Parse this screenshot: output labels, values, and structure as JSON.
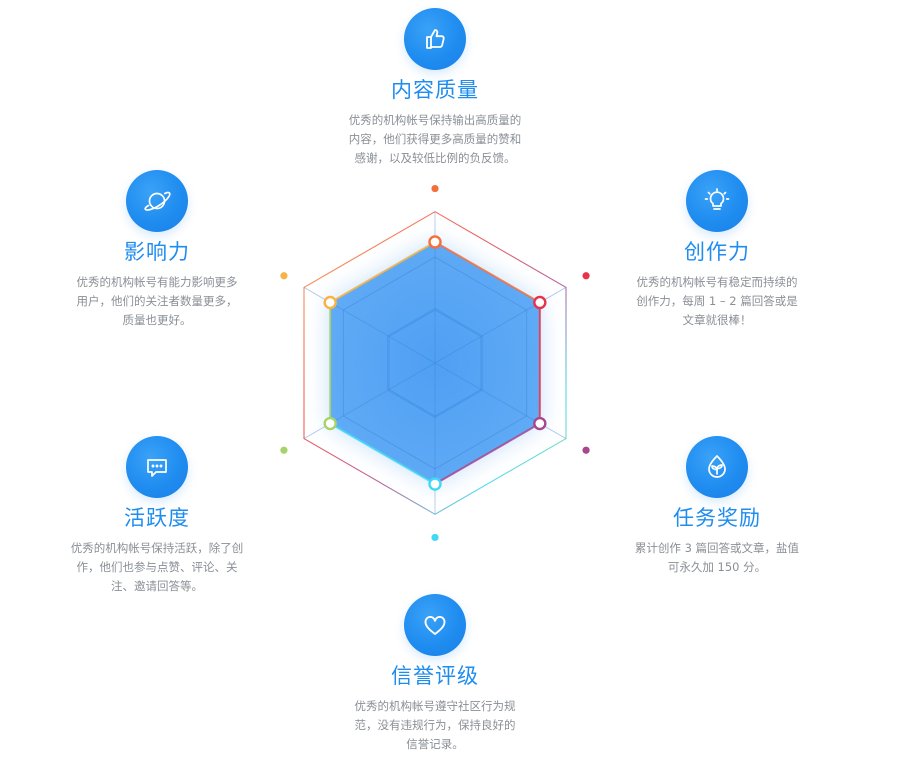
{
  "colors": {
    "accent": "#1f8cf0",
    "description_text": "#8a8f96"
  },
  "sections": {
    "quality": {
      "icon": "thumbs-up-icon",
      "title": "内容质量",
      "description": "优秀的机构帐号保持输出高质量的\n内容，他们获得更多高质量的赞和\n感谢，以及较低比例的负反馈。"
    },
    "creativity": {
      "icon": "lightbulb-icon",
      "title": "创作力",
      "description": "优秀的机构帐号有稳定而持续的\n创作力，每周 1 – 2 篇回答或是\n文章就很棒！"
    },
    "tasks": {
      "icon": "sprout-icon",
      "title": "任务奖励",
      "description": "累计创作 3 篇回答或文章，盐值\n可永久加 150 分。"
    },
    "credit": {
      "icon": "heart-icon",
      "title": "信誉评级",
      "description": "优秀的机构帐号遵守社区行为规\n范，没有违规行为，保持良好的\n信誉记录。"
    },
    "activity": {
      "icon": "chat-bubble-icon",
      "title": "活跃度",
      "description": "优秀的机构帐号保持活跃，除了创\n作，他们也参与点赞、评论、关\n注、邀请回答等。"
    },
    "influence": {
      "icon": "planet-icon",
      "title": "影响力",
      "description": "优秀的机构帐号有能力影响更多\n用户，他们的关注者数量更多，\n质量也更好。"
    }
  },
  "chart_data": {
    "type": "radar",
    "axes": [
      "内容质量",
      "创作力",
      "任务奖励",
      "信誉评级",
      "活跃度",
      "影响力"
    ],
    "max": 1.0,
    "grid_levels": [
      0.35,
      0.7,
      1.0
    ],
    "values": [
      0.8,
      0.8,
      0.8,
      0.8,
      0.8,
      0.8
    ],
    "fill_color": "#5aa6f4",
    "axis_colors": [
      "#f56f3c",
      "#e8334a",
      "#a7488f",
      "#40d8f5",
      "#a6d46a",
      "#f6b444"
    ]
  }
}
